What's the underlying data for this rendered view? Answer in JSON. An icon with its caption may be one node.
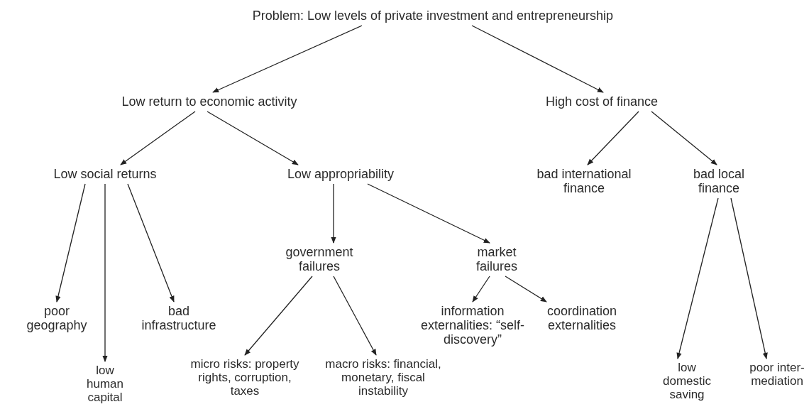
{
  "diagram": {
    "nodes": [
      {
        "text": [
          "Problem: Low levels of private investment and entrepreneurship"
        ]
      },
      {
        "text": [
          "Low return to economic activity"
        ]
      },
      {
        "text": [
          "High cost of finance"
        ]
      },
      {
        "text": [
          "Low social returns"
        ]
      },
      {
        "text": [
          "Low appropriability"
        ]
      },
      {
        "text": [
          "bad international finance"
        ]
      },
      {
        "text": [
          "bad local finance"
        ]
      },
      {
        "text": [
          "government failures"
        ]
      },
      {
        "text": [
          "market failures"
        ]
      },
      {
        "text": [
          "poor geography"
        ]
      },
      {
        "text": [
          "low human capital"
        ]
      },
      {
        "text": [
          "bad infrastructure"
        ]
      },
      {
        "text": [
          "information externalities: “self-discovery”"
        ]
      },
      {
        "text": [
          "coordination externalities"
        ]
      },
      {
        "text": [
          "micro risks: property rights, corruption, taxes"
        ]
      },
      {
        "text": [
          "macro risks: financial, monetary, fiscal instability"
        ]
      },
      {
        "text": [
          "low domestic saving"
        ]
      },
      {
        "text": [
          "poor inter-mediation"
        ]
      }
    ],
    "edges": [
      {
        "from": 0,
        "to": 1,
        "arrow": "to"
      },
      {
        "from": 0,
        "to": 2,
        "arrow": "to"
      },
      {
        "from": 1,
        "to": 3,
        "arrow": "to"
      },
      {
        "from": 1,
        "to": 4,
        "arrow": "to"
      },
      {
        "from": 2,
        "to": 5,
        "arrow": "to"
      },
      {
        "from": 2,
        "to": 6,
        "arrow": "to"
      },
      {
        "from": 3,
        "to": 9,
        "arrow": "to"
      },
      {
        "from": 3,
        "to": 10,
        "arrow": "to"
      },
      {
        "from": 3,
        "to": 11,
        "arrow": "to"
      },
      {
        "from": 4,
        "to": 7,
        "arrow": "to"
      },
      {
        "from": 4,
        "to": 8,
        "arrow": "to"
      },
      {
        "from": 7,
        "to": 14,
        "arrow": "to"
      },
      {
        "from": 7,
        "to": 15,
        "arrow": "to"
      },
      {
        "from": 8,
        "to": 12,
        "arrow": "to"
      },
      {
        "from": 8,
        "to": 13,
        "arrow": "to"
      },
      {
        "from": 6,
        "to": 16,
        "arrow": "to"
      },
      {
        "from": 6,
        "to": 17,
        "arrow": "to"
      }
    ]
  }
}
